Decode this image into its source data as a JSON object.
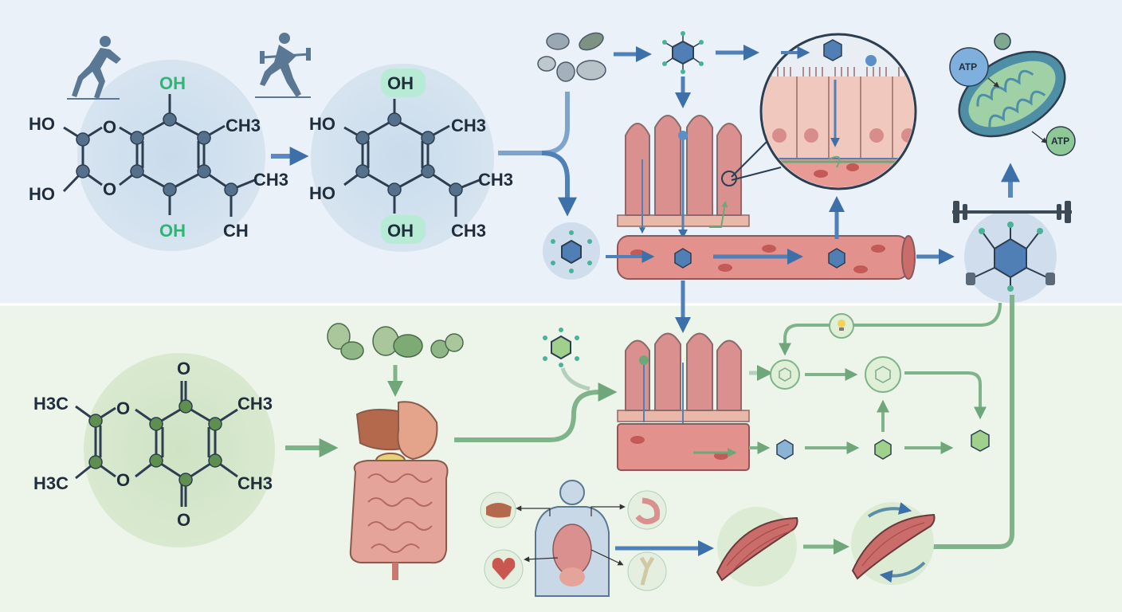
{
  "top_molecule_a": {
    "oh_top": "OH",
    "ho_upper": "HO",
    "ho_lower": "HO",
    "o_upper": "O",
    "o_lower": "O",
    "ch3_right": "CH3",
    "ch3_branch": "CH3",
    "oh_bottom": "OH",
    "ch_bottom": "CH"
  },
  "top_molecule_b": {
    "oh_top": "OH",
    "ho_upper": "HO",
    "ho_lower": "HO",
    "ch3_right": "CH3",
    "ch3_branch": "CH3",
    "oh_bottom": "OH",
    "ch3_bottom": "CH3"
  },
  "bottom_molecule": {
    "h3c_upper": "H3C",
    "h3c_lower": "H3C",
    "o_top": "O",
    "o_bottom": "O",
    "o_ring_upper": "O",
    "o_ring_lower": "O",
    "ch3_upper": "CH3",
    "ch3_lower": "CH3"
  },
  "mitochondria": {
    "atp_top": "ATP",
    "atp_bottom": "ATP"
  },
  "colors": {
    "top_band": "#eaf1f8",
    "bottom_band": "#edf4ea",
    "blue_arrow": "#3d6fa8",
    "green_arrow": "#7fb48a",
    "highlight_oh": "#2bb673",
    "atom_blue": "#55708a",
    "atom_green": "#5f8f4e"
  },
  "icons": [
    "runner-icon",
    "weightlifter-icon",
    "food-icon",
    "fruit-icon",
    "villi-icon",
    "blood-vessel-icon",
    "mitochondria-icon",
    "barbell-icon",
    "digestive-system-icon",
    "human-body-icon",
    "liver-icon",
    "stomach-icon",
    "heart-icon",
    "joint-icon",
    "muscle-icon",
    "lightbulb-icon"
  ]
}
